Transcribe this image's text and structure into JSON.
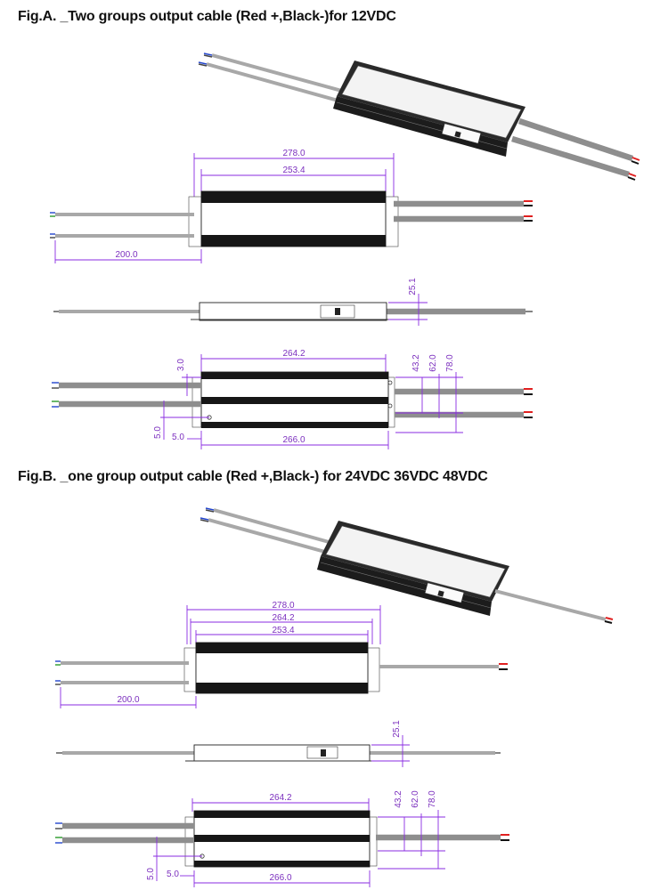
{
  "figures": [
    {
      "id": "A",
      "title": "Fig.A. _Two groups output cable (Red +,Black-)for 12VDC",
      "top_view_dims": {
        "overall": "278.0",
        "body": "253.4",
        "cable": "200.0"
      },
      "side_view_dims": {
        "height": "25.1"
      },
      "bottom_view_dims": {
        "mount_pitch": "264.2",
        "overall": "266.0",
        "mount_offset": "3.0",
        "hole_x": "5.0",
        "hole_y": "5.0",
        "w1": "43.2",
        "w2": "62.0",
        "w3": "78.0"
      }
    },
    {
      "id": "B",
      "title": "Fig.B. _one group output cable (Red +,Black-) for 24VDC 36VDC 48VDC",
      "top_view_dims": {
        "overall": "278.0",
        "mount_pitch": "264.2",
        "body": "253.4",
        "cable": "200.0"
      },
      "side_view_dims": {
        "height": "25.1"
      },
      "bottom_view_dims": {
        "mount_pitch": "264.2",
        "overall": "266.0",
        "hole_x": "5.0",
        "hole_y": "5.0",
        "w1": "43.2",
        "w2": "62.0",
        "w3": "78.0"
      }
    }
  ],
  "colors": {
    "dimension": "#8a2be2",
    "housing": "#161616",
    "cable": "#a8a8a8",
    "positive_wire": "#e02020",
    "negative_wire": "#111111"
  }
}
